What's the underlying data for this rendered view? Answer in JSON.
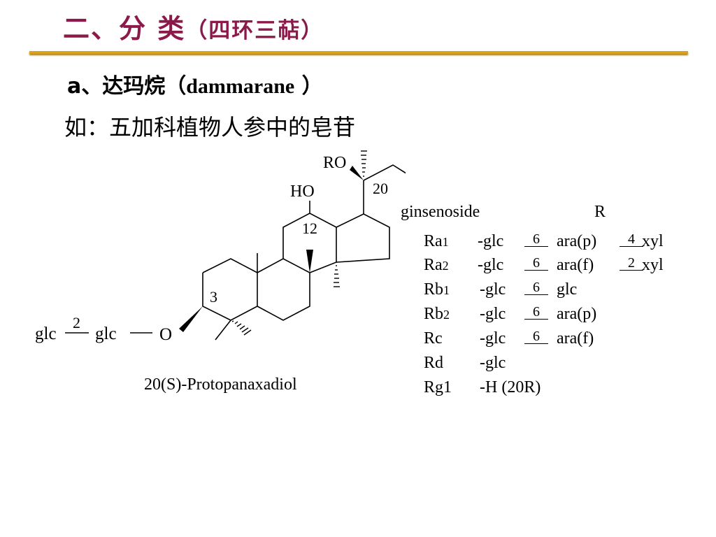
{
  "header": {
    "title_main": "二、分  类",
    "title_sub": "（四环三萜）"
  },
  "subheading": {
    "prefix": "a、达玛烷（",
    "en": "dammarane",
    "suffix": " ）"
  },
  "example": "如：五加科植物人参中的皂苷",
  "structure": {
    "labels": {
      "ro": "RO",
      "ho": "HO",
      "c20": "20",
      "c12": "12",
      "c3": "3",
      "glc1": "glc",
      "glc2": "glc",
      "link2": "2",
      "o": "O"
    },
    "caption": "20(S)-Protopanaxadiol"
  },
  "table": {
    "col_name": "ginsenoside",
    "col_r": "R",
    "rows": [
      {
        "name": "Ra",
        "sub": "1",
        "r1": "-glc",
        "l1": "6",
        "r2": "ara(p)",
        "l2": "4",
        "r3": "xyl"
      },
      {
        "name": "Ra",
        "sub": "2",
        "r1": "-glc",
        "l1": "6",
        "r2": "ara(f)",
        "l2": "2",
        "r3": "xyl"
      },
      {
        "name": "Rb",
        "sub": "1",
        "r1": "-glc",
        "l1": "6",
        "r2": "glc",
        "l2": "",
        "r3": ""
      },
      {
        "name": "Rb",
        "sub": "2",
        "r1": "-glc",
        "l1": "6",
        "r2": "ara(p)",
        "l2": "",
        "r3": ""
      },
      {
        "name": "Rc",
        "sub": "",
        "r1": "-glc",
        "l1": "6",
        "r2": "ara(f)",
        "l2": "",
        "r3": ""
      },
      {
        "name": "Rd",
        "sub": "",
        "r1": "-glc",
        "l1": "",
        "r2": "",
        "l2": "",
        "r3": ""
      },
      {
        "name": "Rg1",
        "sub": "",
        "r1": "-H (20R)",
        "l1": "",
        "r2": "",
        "l2": "",
        "r3": ""
      }
    ]
  }
}
